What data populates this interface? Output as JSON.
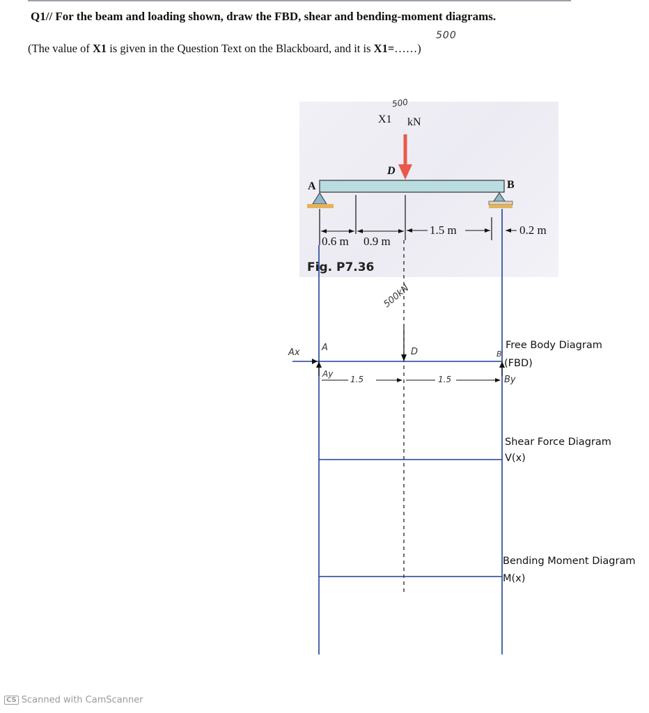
{
  "question": {
    "title": "Q1// For the beam and loading shown, draw the FBD, shear and bending-moment diagrams.",
    "sub_prefix": "(The value of ",
    "sub_x1": "X1",
    "sub_middle": " is  given in the Question Text on the Blackboard, and it is ",
    "sub_x1eq": "X1=",
    "sub_suffix": "……)",
    "handwritten_value": "500"
  },
  "figure": {
    "load_label_x1": "X1",
    "load_label_unit": "kN",
    "load_handwritten": "500",
    "point_d": "D",
    "point_a": "A",
    "point_b": "B",
    "dim_06": "0.6 m",
    "dim_09": "0.9 m",
    "dim_15": "1.5 m",
    "dim_02": "0.2 m",
    "caption": "Fig. P7.36",
    "load_color": "#e8594b",
    "beam_color": "#b9dde0"
  },
  "fbd": {
    "load_handwritten": "500kN",
    "ax": "Ax",
    "ay": "Ay",
    "a": "A",
    "d": "D",
    "b": "B",
    "by": "By",
    "span_left": "1.5",
    "span_right": "1.5"
  },
  "labels": {
    "fbd_title": "Free Body Diagram",
    "fbd_sub": "(FBD)",
    "sfd_title": "Shear Force Diagram",
    "sfd_sub": "V(x)",
    "bmd_title": "Bending Moment Diagram",
    "bmd_sub": "M(x)"
  },
  "footer": {
    "logo": "CS",
    "text": "Scanned with CamScanner"
  },
  "colors": {
    "guide_line": "#1f3f99",
    "load_arrow": "#e8594b"
  }
}
